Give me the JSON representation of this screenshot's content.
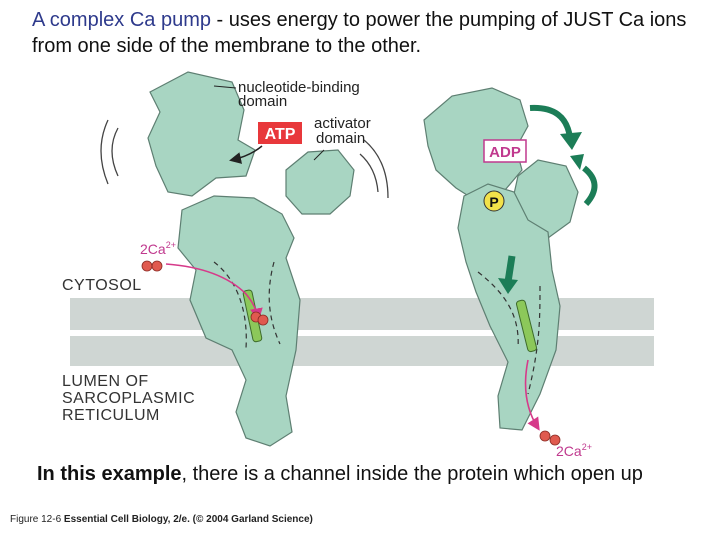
{
  "heading": {
    "highlight": "A complex Ca pump",
    "rest": " - uses energy to power the pumping of JUST Ca ions from one side of the membrane to the other."
  },
  "diagram": {
    "nucleotide_label_line1": "nucleotide-binding",
    "nucleotide_label_line2": "domain",
    "activator_label_line1": "activator",
    "activator_label_line2": "domain",
    "atp": "ATP",
    "adp": "ADP",
    "phosphate": "P",
    "ca_in": "2Ca",
    "ca_in_sup": "2+",
    "ca_out": "2Ca",
    "ca_out_sup": "2+",
    "cytosol": "CYTOSOL",
    "lumen_line1": "LUMEN OF",
    "lumen_line2": "SARCOPLASMIC",
    "lumen_line3": "RETICULUM"
  },
  "caption": {
    "bold": "In this example",
    "rest": ", there is a channel inside the protein which open up"
  },
  "credit": {
    "figure": "Figure 12-6",
    "book": "Essential Cell Biology, 2/e.",
    "copyright": "(© 2004 Garland Science)"
  },
  "colors": {
    "protein": "#a8d5c2",
    "protein_edge": "#5e7f72",
    "membrane": "#cfd6d3",
    "atp_red": "#e8383b",
    "adp_pink": "#c0398e",
    "arrow_green": "#1c7d57",
    "ion_red": "#e05a4f",
    "phosphate_yellow": "#f2e14a"
  }
}
